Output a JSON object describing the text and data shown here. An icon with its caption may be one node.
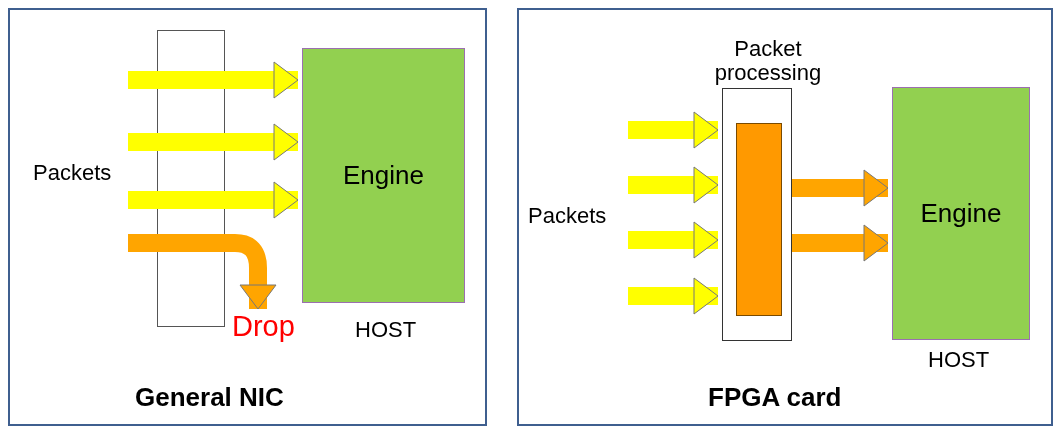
{
  "diagram": {
    "nodes": [
      {
        "text": [
          "General NIC"
        ]
      },
      {
        "text": [],
        "shape": "box",
        "in": 0
      },
      {
        "text": [
          "Engine"
        ],
        "beside": [
          "HOST"
        ],
        "in": 0
      },
      {
        "text": [
          "Drop"
        ],
        "in": 0
      },
      {
        "text": [
          "FPGA card"
        ]
      },
      {
        "text": [
          "Packet processing"
        ],
        "in": 4
      },
      {
        "text": [],
        "shape": "box",
        "in": 5
      },
      {
        "text": [
          "Engine"
        ],
        "beside": [
          "HOST"
        ],
        "in": 4
      }
    ],
    "edges": [
      {
        "from": null,
        "to": 2,
        "arrow": "to"
      },
      {
        "from": null,
        "to": 2,
        "arrow": "to"
      },
      {
        "from": null,
        "to": 2,
        "arrow": "to"
      },
      {
        "from": null,
        "to": 3,
        "arrow": "to",
        "color": "#ffa500"
      },
      {
        "from": null,
        "to": 5,
        "arrow": "to"
      },
      {
        "from": null,
        "to": 5,
        "arrow": "to"
      },
      {
        "from": null,
        "to": 5,
        "arrow": "to"
      },
      {
        "from": null,
        "to": 5,
        "arrow": "to"
      },
      {
        "from": 5,
        "to": 7,
        "arrow": "to",
        "color": "#ffa500"
      },
      {
        "from": 5,
        "to": 7,
        "arrow": "to",
        "color": "#ffa500"
      }
    ],
    "labels": [
      "Packets",
      "Packets"
    ]
  }
}
